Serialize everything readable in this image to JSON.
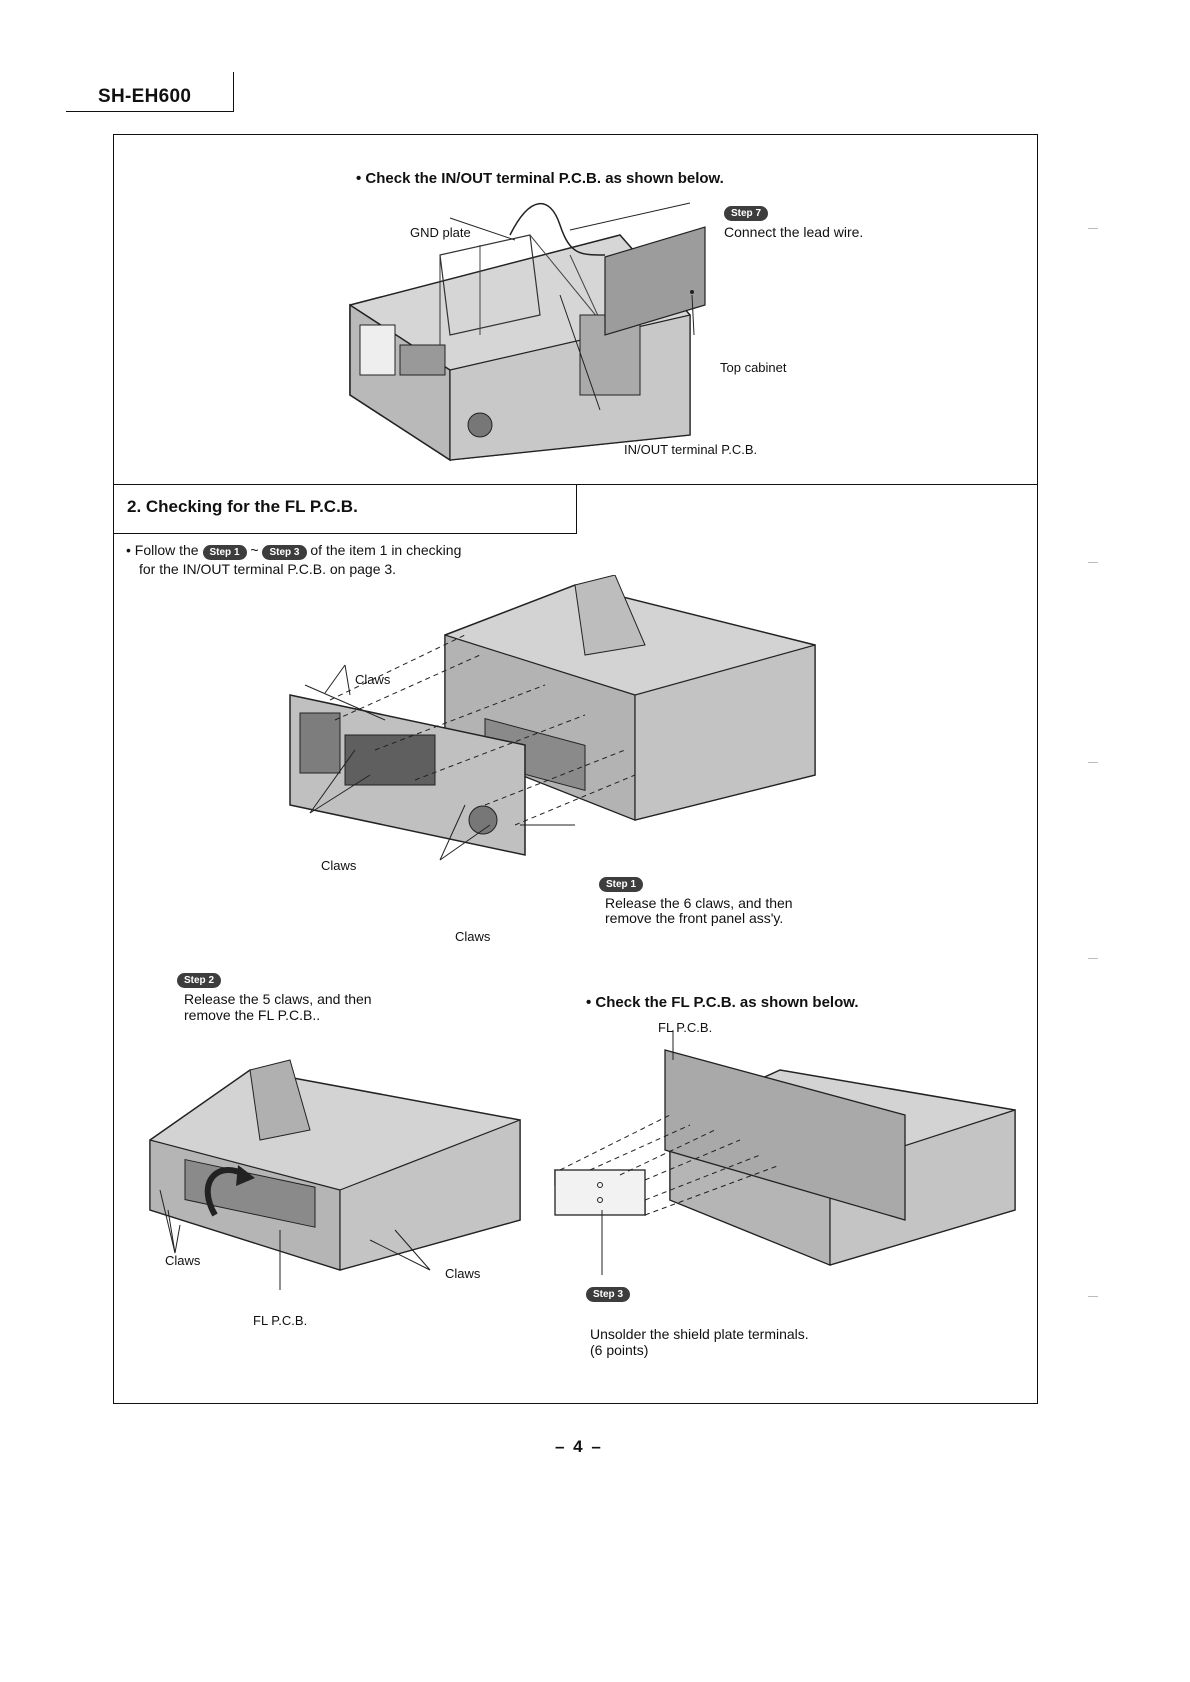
{
  "header": {
    "model": "SH-EH600"
  },
  "section1": {
    "instruction": "• Check the IN/OUT terminal P.C.B. as shown below.",
    "step7": {
      "badge": "Step 7",
      "text": "Connect the lead wire."
    },
    "labels": {
      "gnd_plate": "GND plate",
      "top_cabinet": "Top cabinet",
      "inout_pcb": "IN/OUT terminal P.C.B."
    }
  },
  "section2": {
    "title": "2. Checking for the FL P.C.B.",
    "follow": {
      "prefix": "• Follow the",
      "badge_a": "Step 1",
      "sep": "~",
      "badge_b": "Step 3",
      "suffix": "of the item 1 in checking",
      "line2": "for the IN/OUT terminal P.C.B. on page 3."
    },
    "claws_label": "Claws",
    "step1": {
      "badge": "Step 1",
      "line1": "Release the 6 claws, and then",
      "line2": "remove the front panel ass'y."
    },
    "step2": {
      "badge": "Step 2",
      "line1": "Release the 5 claws, and then",
      "line2": "remove the FL P.C.B.."
    },
    "check_fl": "• Check the FL P.C.B. as shown below.",
    "fl_pcb_label": "FL P.C.B.",
    "step3": {
      "badge": "Step 3",
      "line1": "Unsolder the shield plate terminals.",
      "line2": "(6 points)"
    }
  },
  "footer": {
    "page": "– 4 –"
  }
}
